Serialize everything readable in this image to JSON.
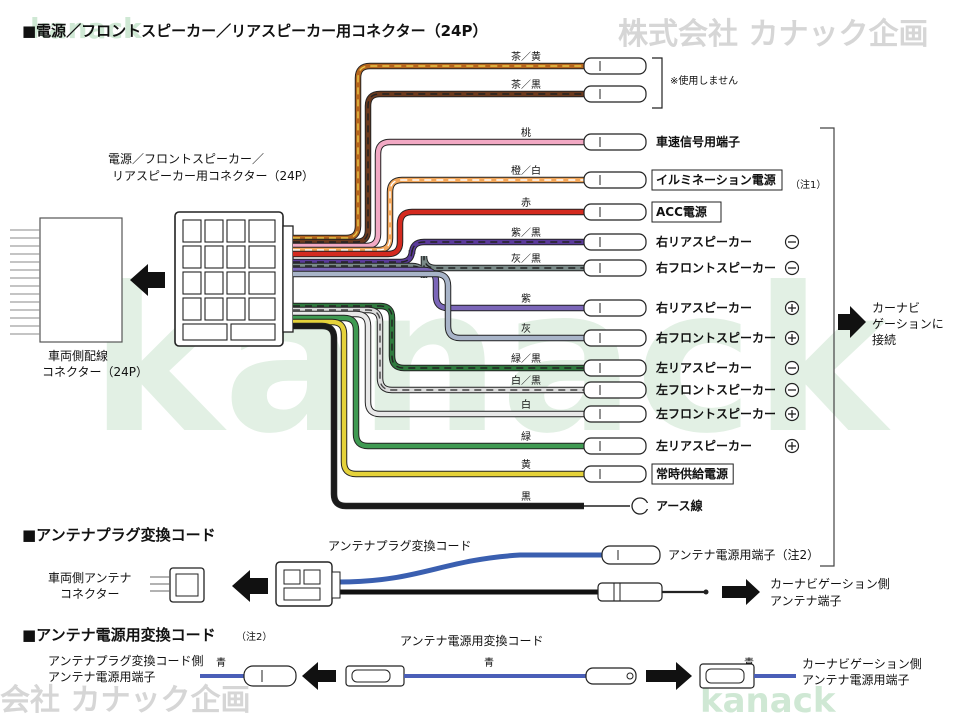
{
  "watermarks": {
    "top_right": "株式会社 カナック企画",
    "bottom_left": "会社 カナック企画",
    "brand_large": "kanack",
    "brand_small": "kanack"
  },
  "sections": {
    "power": "■電源／フロントスピーカー／リアスピーカー用コネクター（24P）",
    "antenna_plug": "■アンテナプラグ変換コード",
    "antenna_power": "■アンテナ電源用変換コード",
    "antenna_power_note": "（注2）"
  },
  "connector_24p": {
    "label_line1": "電源／フロントスピーカー／",
    "label_line2": "リアスピーカー用コネクター（24P）",
    "vehicle_label_line1": "車両側配線",
    "vehicle_label_line2": "コネクター（24P）"
  },
  "not_used": "※使用しません",
  "navi_label": {
    "line1": "カーナビ",
    "line2": "ゲーションに",
    "line3": "接続"
  },
  "note1": "（注1）",
  "wires": [
    {
      "color_name": "茶／黄",
      "color": "#b5651d",
      "stripe": "#e8c84a",
      "label": "",
      "boxed": false,
      "polarity": ""
    },
    {
      "color_name": "茶／黒",
      "color": "#6b3a1e",
      "stripe": "#222222",
      "label": "",
      "boxed": false,
      "polarity": ""
    },
    {
      "color_name": "桃",
      "color": "#f2a9c4",
      "stripe": "",
      "label": "車速信号用端子",
      "boxed": false,
      "polarity": ""
    },
    {
      "color_name": "橙／白",
      "color": "#f2a65a",
      "stripe": "#ffffff",
      "label": "イルミネーション電源",
      "boxed": true,
      "polarity": ""
    },
    {
      "color_name": "赤",
      "color": "#d42a1f",
      "stripe": "",
      "label": "ACC電源",
      "boxed": true,
      "polarity": ""
    },
    {
      "color_name": "紫／黒",
      "color": "#5b3a9a",
      "stripe": "#222222",
      "label": "右リアスピーカー",
      "boxed": false,
      "polarity": "−"
    },
    {
      "color_name": "灰／黒",
      "color": "#7a8a88",
      "stripe": "#222222",
      "label": "右フロントスピーカー",
      "boxed": false,
      "polarity": "−"
    },
    {
      "color_name": "紫",
      "color": "#7b66b8",
      "stripe": "",
      "label": "右リアスピーカー",
      "boxed": false,
      "polarity": "+"
    },
    {
      "color_name": "灰",
      "color": "#a8b4c8",
      "stripe": "",
      "label": "右フロントスピーカー",
      "boxed": false,
      "polarity": "+"
    },
    {
      "color_name": "緑／黒",
      "color": "#2f7a3e",
      "stripe": "#222222",
      "label": "左リアスピーカー",
      "boxed": false,
      "polarity": "−"
    },
    {
      "color_name": "白／黒",
      "color": "#dcdcdc",
      "stripe": "#444444",
      "label": "左フロントスピーカー",
      "boxed": false,
      "polarity": "−"
    },
    {
      "color_name": "白",
      "color": "#e8e8e8",
      "stripe": "",
      "label": "左フロントスピーカー",
      "boxed": false,
      "polarity": "+"
    },
    {
      "color_name": "緑",
      "color": "#3f9a52",
      "stripe": "",
      "label": "左リアスピーカー",
      "boxed": false,
      "polarity": "+"
    },
    {
      "color_name": "黄",
      "color": "#e5d23a",
      "stripe": "",
      "label": "常時供給電源",
      "boxed": true,
      "polarity": ""
    },
    {
      "color_name": "黒",
      "color": "#1a1a1a",
      "stripe": "",
      "label": "アース線",
      "boxed": false,
      "polarity": ""
    }
  ],
  "antenna_plug": {
    "cord_label": "アンテナプラグ変換コード",
    "vehicle_label_line1": "車両側アンテナ",
    "vehicle_label_line2": "コネクター",
    "power_terminal": "アンテナ電源用端子（注2）",
    "navi_line1": "カーナビゲーション側",
    "navi_line2": "アンテナ端子",
    "wire_color": "#3a5fb0"
  },
  "antenna_power": {
    "cord_label": "アンテナ電源用変換コード",
    "left_line1": "アンテナプラグ変換コード側",
    "left_line2": "アンテナ電源用端子",
    "right_line1": "カーナビゲーション側",
    "right_line2": "アンテナ電源用端子",
    "wire_name": "青",
    "wire_color": "#4a5fb8"
  }
}
